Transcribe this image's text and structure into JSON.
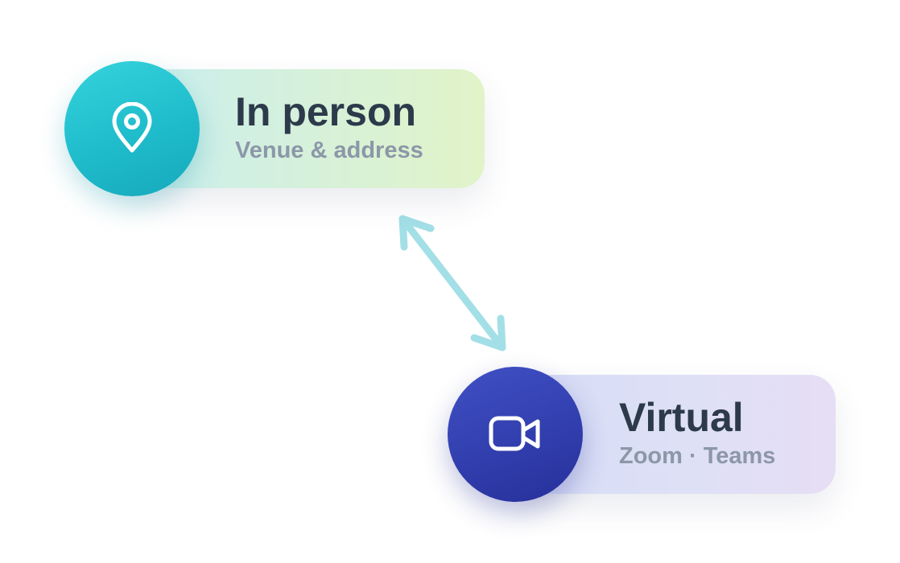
{
  "nodes": {
    "in_person": {
      "title": "In person",
      "subtitle": "Venue & address",
      "icon": "map-pin-icon",
      "accent": "#1fbccc"
    },
    "virtual": {
      "title": "Virtual",
      "subtitle": "Zoom · Teams",
      "icon": "video-camera-icon",
      "accent": "#3340b0"
    }
  },
  "connector": {
    "type": "bidirectional-arrow",
    "color": "#a3dfe6"
  }
}
